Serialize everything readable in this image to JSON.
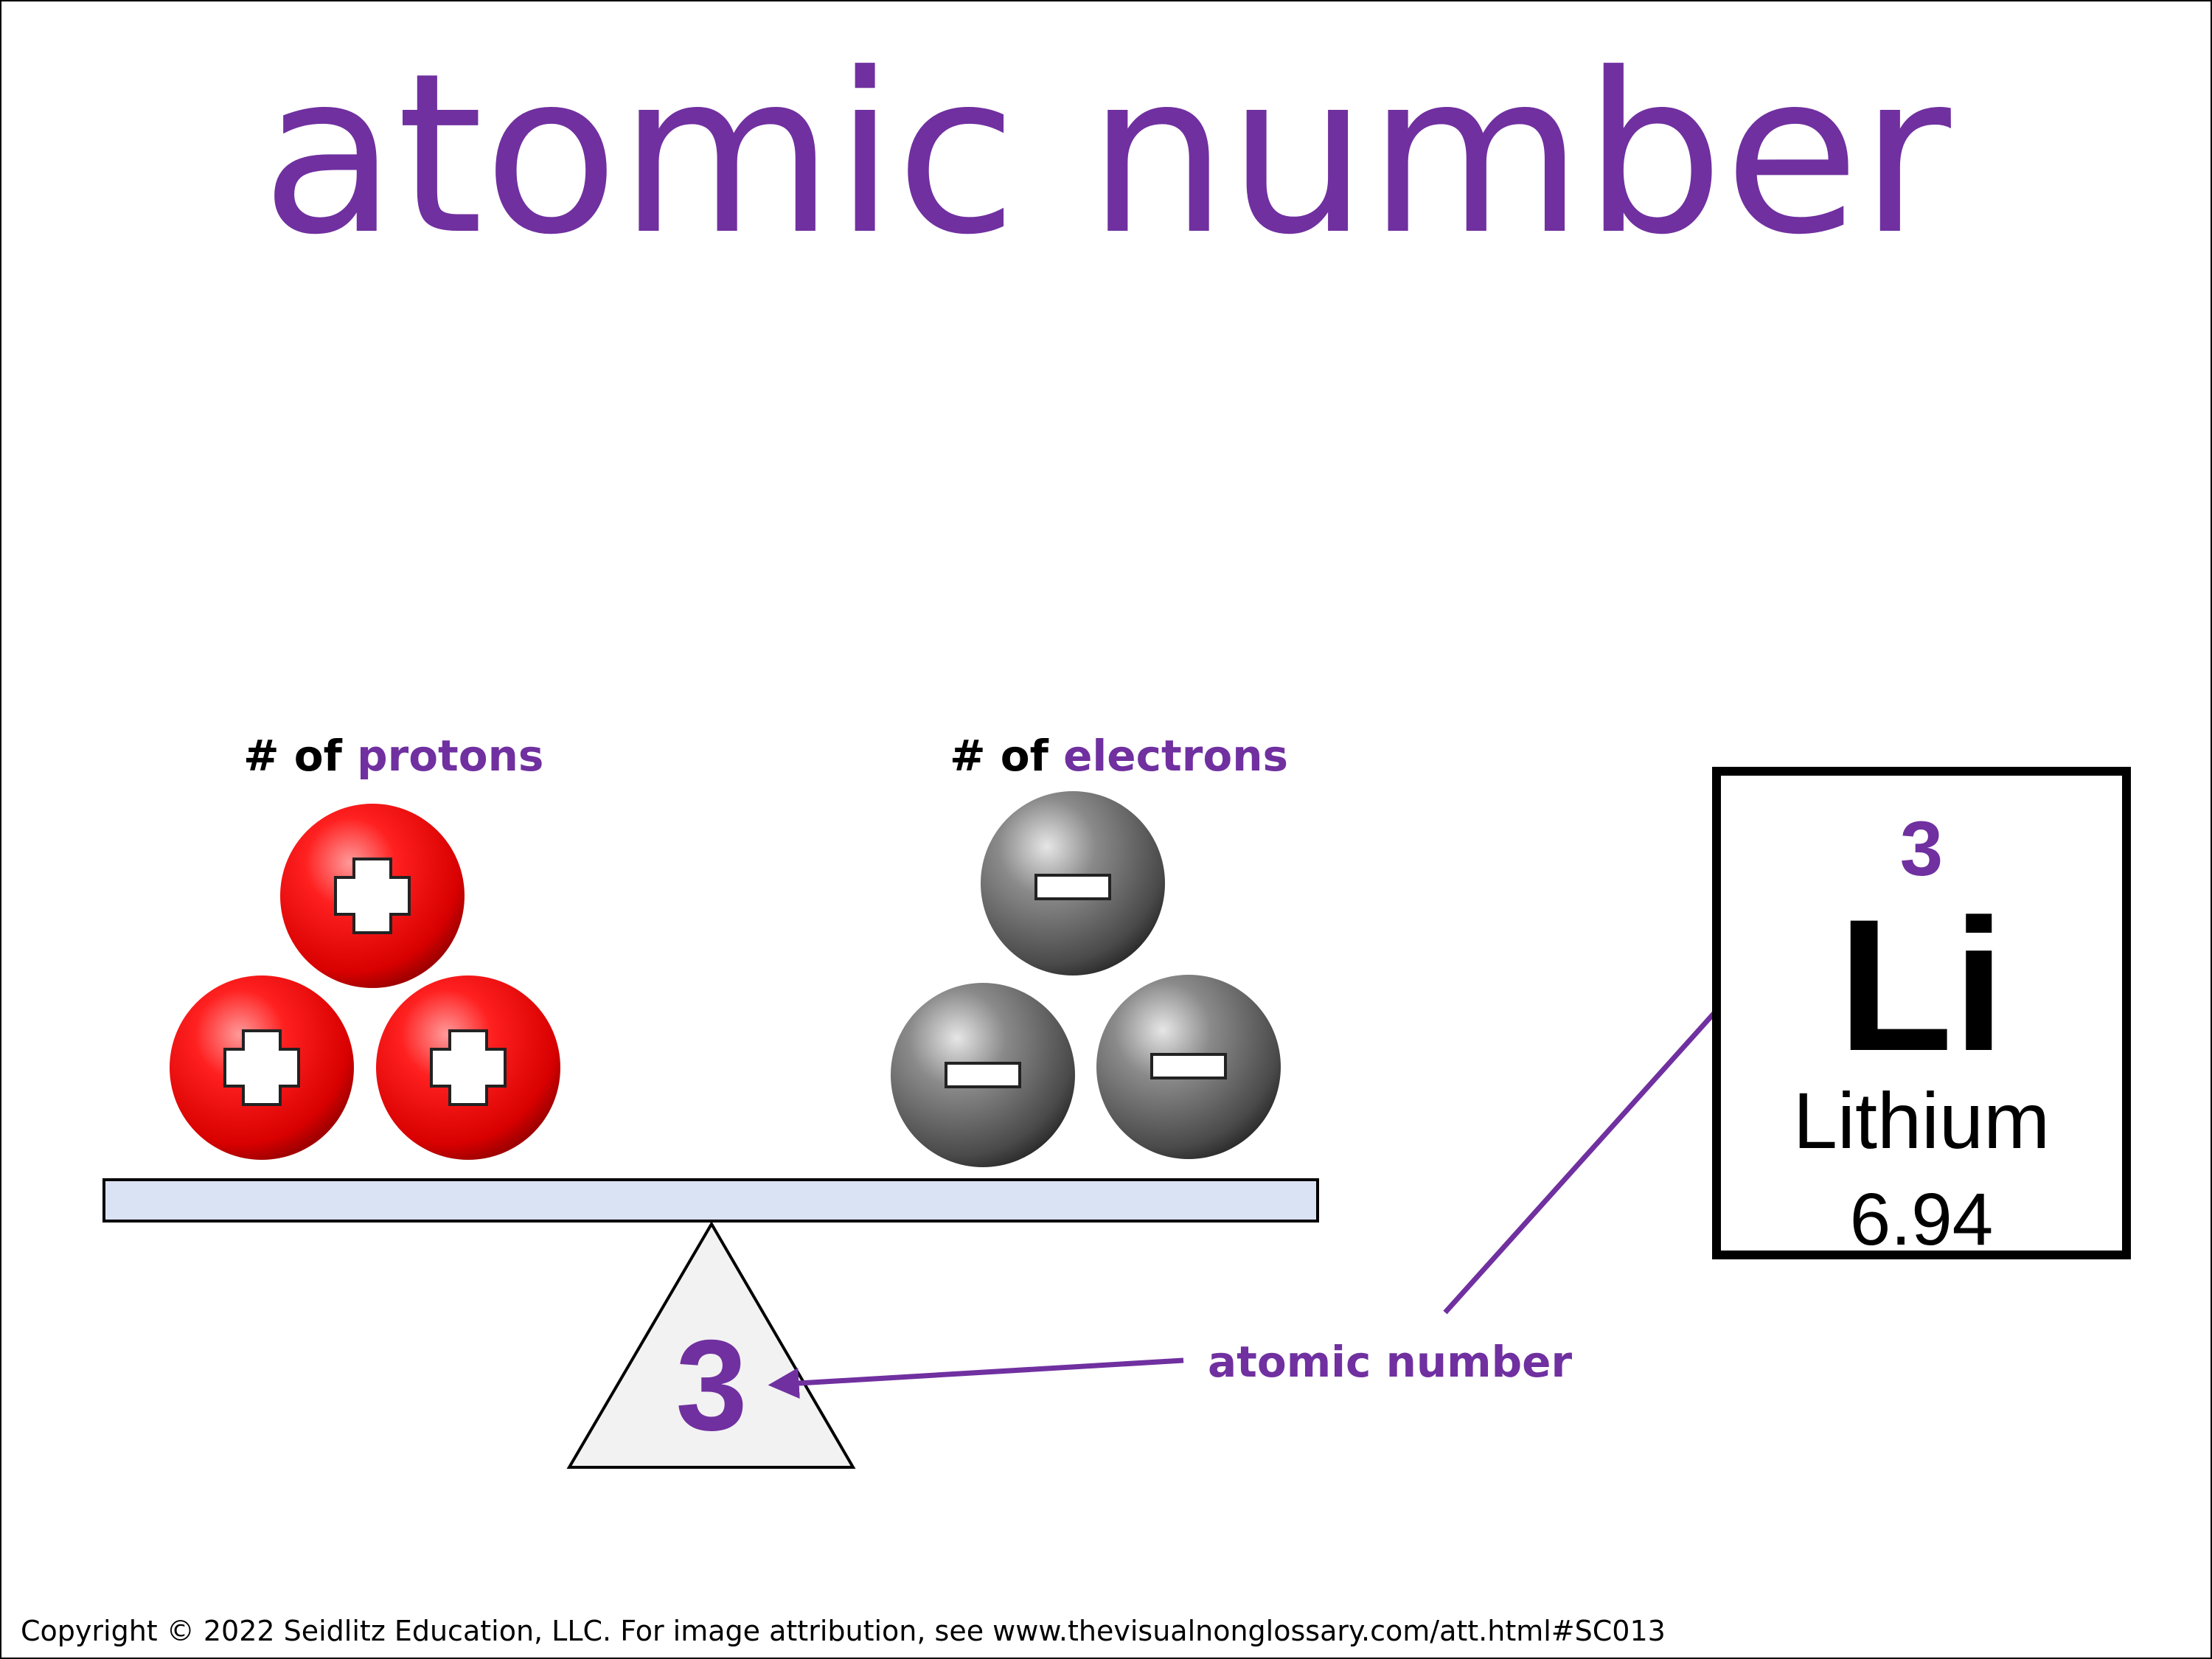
{
  "title": "atomic number",
  "protons_label": {
    "prefix": "# of",
    "term": "protons"
  },
  "electrons_label": {
    "prefix": "# of",
    "term": "electrons"
  },
  "proton_symbol": "+",
  "electron_symbol": "−",
  "fulcrum_value": "3",
  "pointer_label": "atomic number",
  "element": {
    "atomic_number": "3",
    "symbol": "Li",
    "name": "Lithium",
    "atomic_mass": "6.94"
  },
  "colors": {
    "accent": "#7030a0",
    "proton": "#e8000b",
    "electron": "#6e6e6e",
    "beam": "#dae3f3",
    "fulcrum": "#f2f2f2"
  },
  "footer": "Copyright © 2022 Seidlitz Education, LLC.  For image attribution, see www.thevisualnonglossary.com/att.html#SC013"
}
